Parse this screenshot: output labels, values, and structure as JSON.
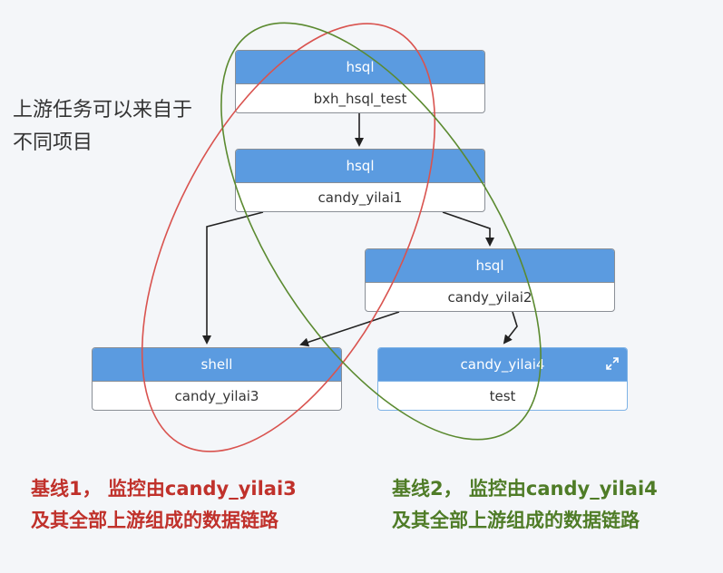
{
  "nodes": [
    {
      "id": "n1",
      "type": "hsql",
      "name": "bxh_hsql_test"
    },
    {
      "id": "n2",
      "type": "hsql",
      "name": "candy_yilai1"
    },
    {
      "id": "n3",
      "type": "hsql",
      "name": "candy_yilai2"
    },
    {
      "id": "n4",
      "type": "shell",
      "name": "candy_yilai3"
    },
    {
      "id": "n5",
      "type": "candy_yilai4",
      "name": "test"
    }
  ],
  "note": "上游任务可以来自于不同项目",
  "baseline1": {
    "line1": "基线1， 监控由candy_yilai3",
    "line2": "及其全部上游组成的数据链路",
    "color": "#c0312b"
  },
  "baseline2": {
    "line1": "基线2， 监控由candy_yilai4",
    "line2": "及其全部上游组成的数据链路",
    "color": "#4f7c27"
  },
  "colors": {
    "header": "#5b9be0",
    "node_border": "#8a8f96",
    "selected_border": "#7fb3e6",
    "background": "#f4f6f9"
  },
  "icons": {
    "expand": "expand-icon"
  }
}
